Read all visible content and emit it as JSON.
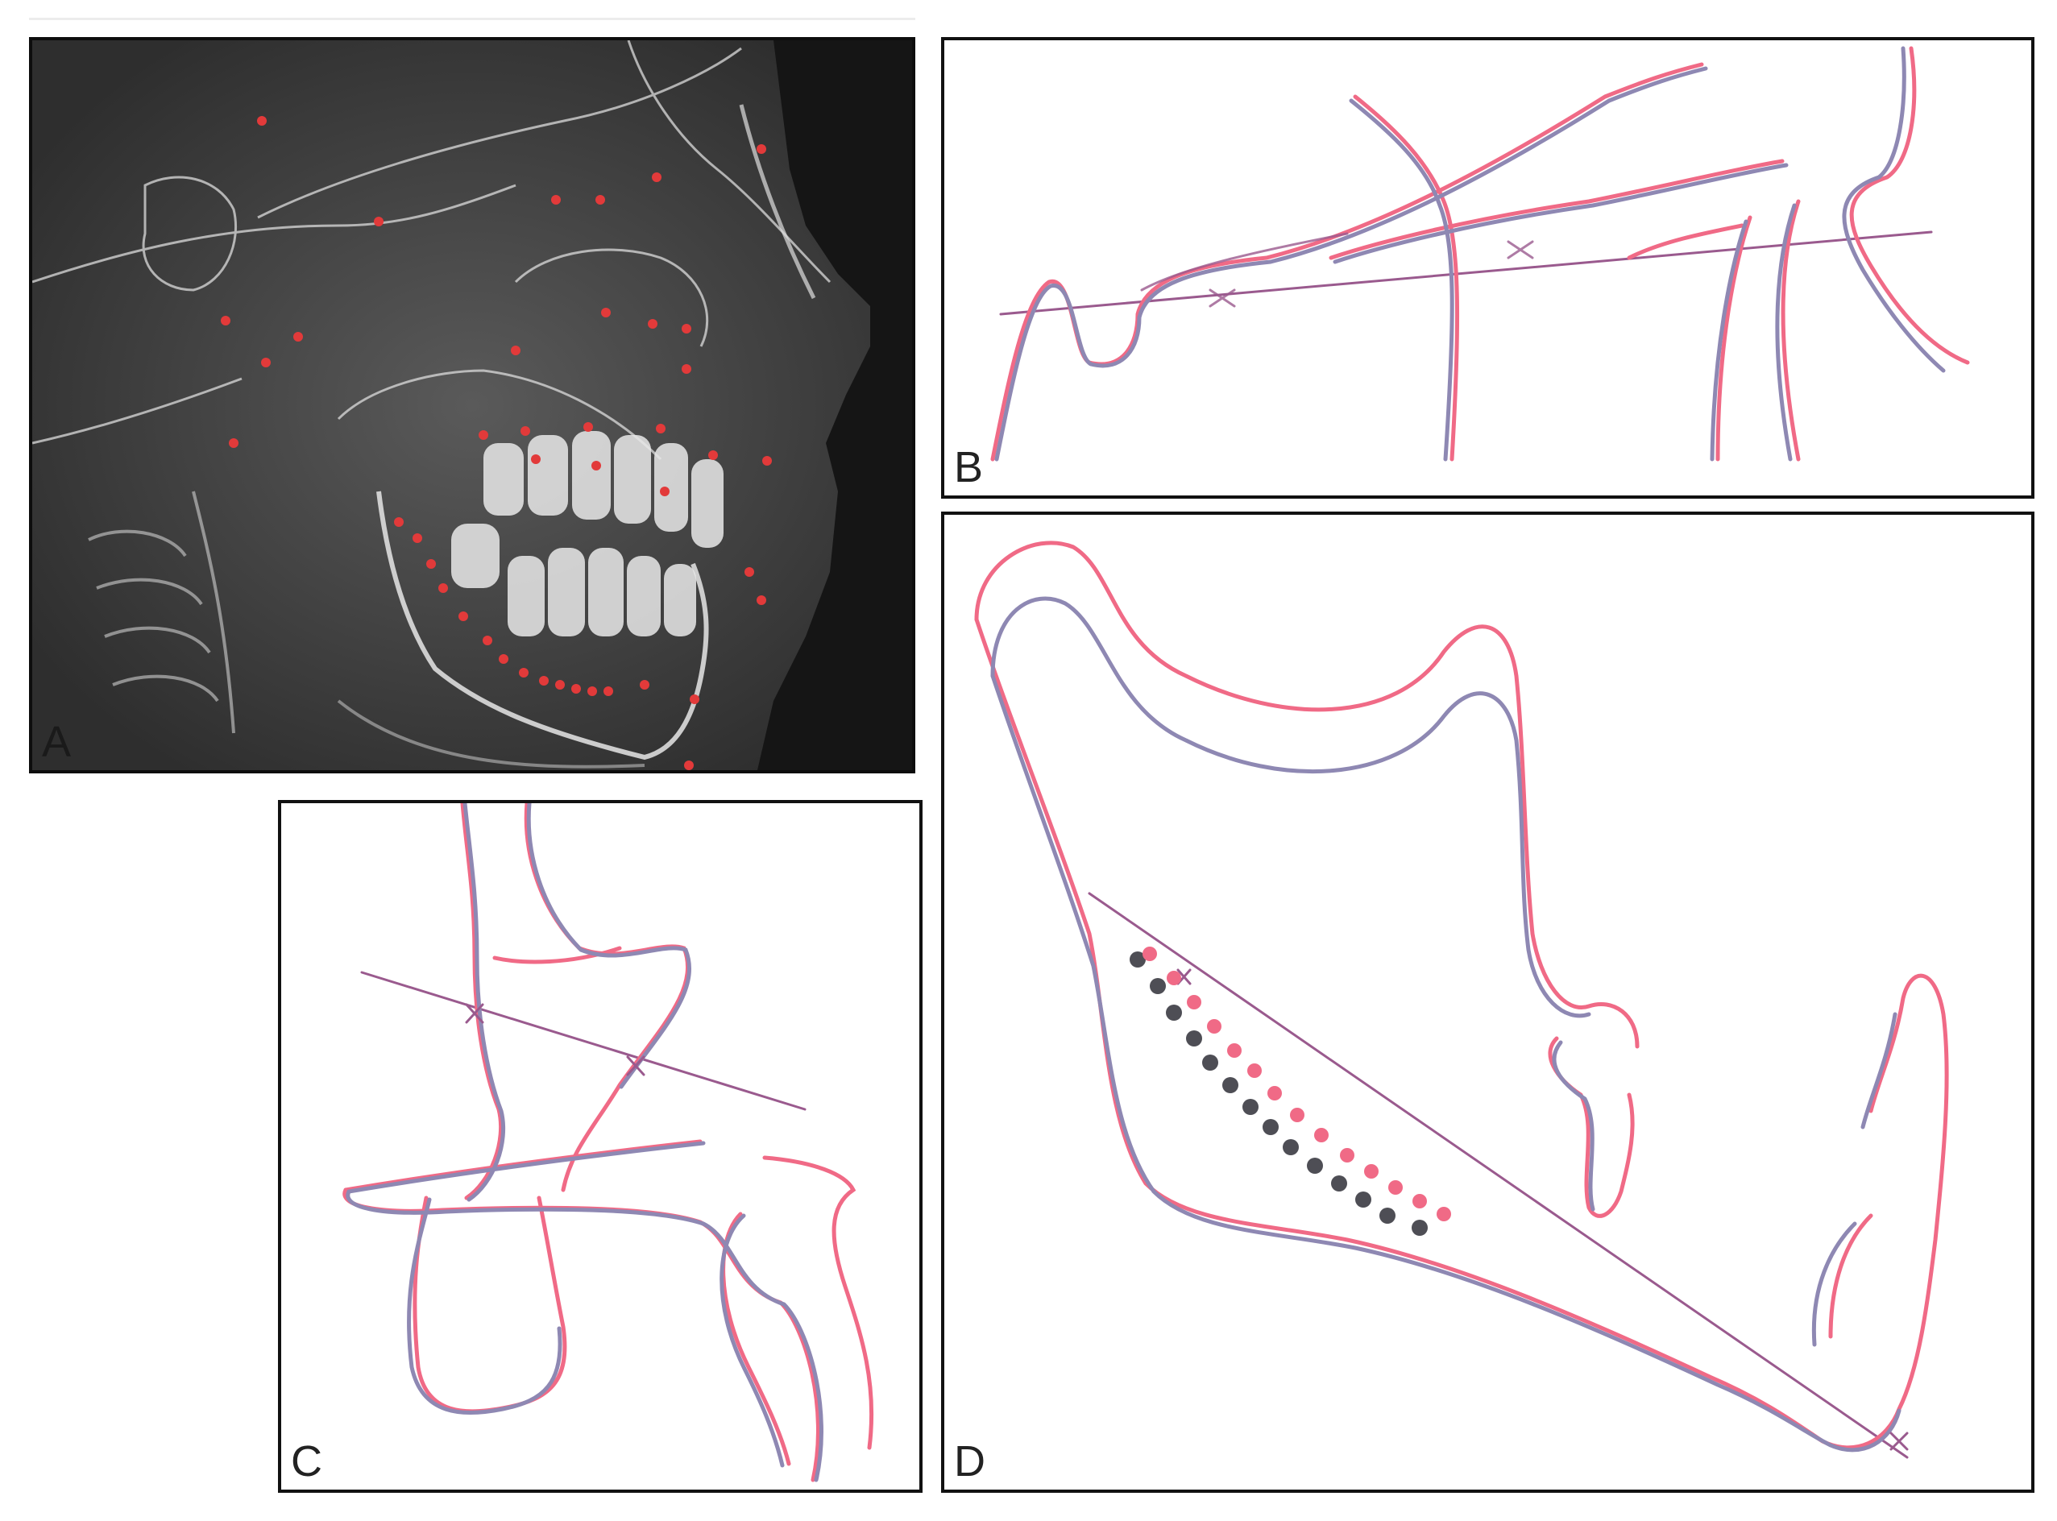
{
  "panels": [
    {
      "id": "A",
      "label": "A"
    },
    {
      "id": "B",
      "label": "B"
    },
    {
      "id": "C",
      "label": "C"
    },
    {
      "id": "D",
      "label": "D"
    }
  ],
  "colors": {
    "tracing_red": "#f06a86",
    "tracing_blue": "#8e88b3",
    "line_purple": "#9a5a8e",
    "landmark_red": "#e23a3a",
    "xray_dark": "#3c3c3c",
    "xray_bone": "#d8d8d8",
    "frame": "#111111"
  }
}
